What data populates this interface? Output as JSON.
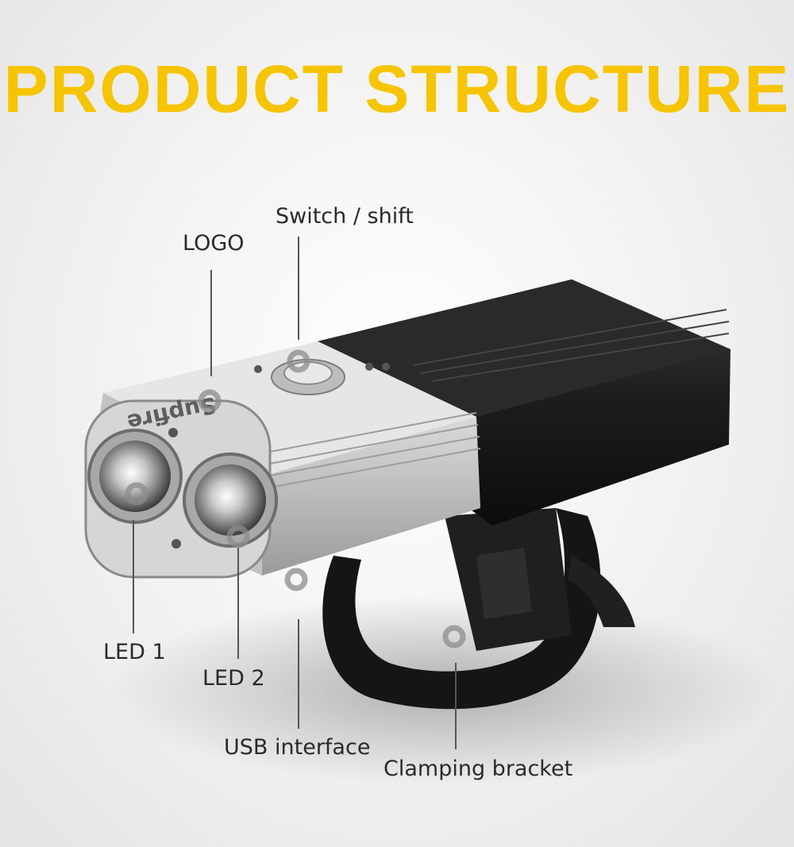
{
  "title": "PRODUCT STRUCTURE",
  "colors": {
    "title": "#f7c500",
    "leader_line": "#555555",
    "marker": "#8c8c8c",
    "body_silver": "#d9d9d9",
    "body_black": "#1b1b1b",
    "bracket": "#141414"
  },
  "product_logo_text": "Supfire",
  "callouts": [
    {
      "id": "switch",
      "label": "Switch / shift"
    },
    {
      "id": "logo",
      "label": "LOGO"
    },
    {
      "id": "led1",
      "label": "LED 1"
    },
    {
      "id": "led2",
      "label": "LED 2"
    },
    {
      "id": "usb",
      "label": "USB interface"
    },
    {
      "id": "bracket",
      "label": "Clamping bracket"
    }
  ]
}
